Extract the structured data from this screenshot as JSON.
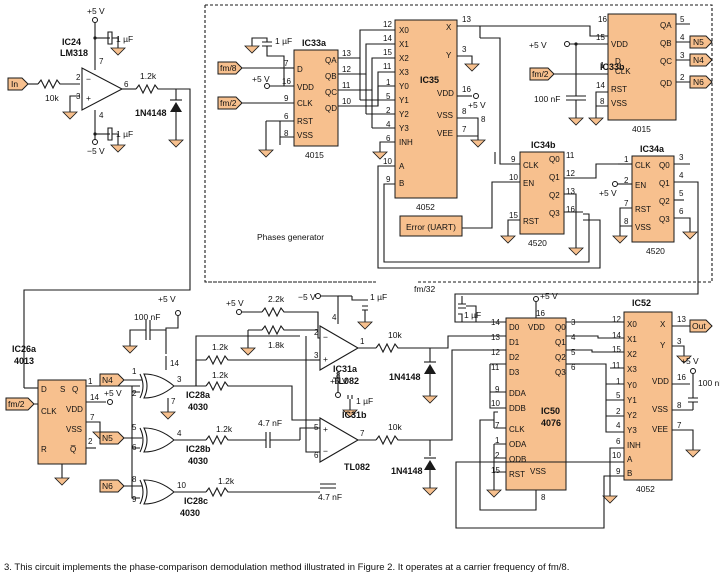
{
  "caption": "3. This circuit implements the phase-comparison demodulation method illustrated in Figure 2. It operates at a carrier frequency of fm/8.",
  "phases_generator_label": "Phases generator",
  "ports": {
    "in": "In",
    "out": "Out",
    "fm8": "fm/8",
    "fm2_a": "fm/2",
    "fm2_b": "fm/2",
    "fm2_c": "fm/2",
    "fm32": "fm/32",
    "n4_out": "N4",
    "n5_out": "N5",
    "n6_out": "N6",
    "n4_in": "N4",
    "n5_in": "N5",
    "n6_in": "N6",
    "error": "Error (UART)"
  },
  "supplies": {
    "p5v": "+5 V",
    "m5v": "−5 V"
  },
  "components": {
    "ic24": "IC24",
    "lm318": "LM318",
    "r10k_in": "10k",
    "r12k_top": "1.2k",
    "d1n4148_top": "1N4148",
    "cap1uf": "1 µF",
    "ic33a": "IC33a",
    "ic33a_part": "4015",
    "ic35": "IC35",
    "ic35_part": "4052",
    "ic33b": "IC33b",
    "ic33b_part": "4015",
    "c100nf": "100 nF",
    "ic34b": "IC34b",
    "ic34b_part": "4520",
    "ic34a": "IC34a",
    "ic34a_part": "4520",
    "ic26a": "IC26a",
    "ic26a_part": "4013",
    "ic28a": "IC28a",
    "ic28b": "IC28b",
    "ic28c": "IC28c",
    "part4030": "4030",
    "r22k": "2.2k",
    "r18k": "1.8k",
    "r12k": "1.2k",
    "c47nf": "4.7 nF",
    "c100n": "100 nF",
    "ic31a": "IC31a",
    "ic31b": "IC31b",
    "tl082": "TL082",
    "r10k": "10k",
    "d1n4148": "1N4148",
    "ic50": "IC50",
    "ic50_part": "4076",
    "ic52": "IC52",
    "ic52_part": "4052"
  },
  "pins": {
    "ic33a": {
      "left": [
        "D",
        "VDD",
        "CLK",
        "RST",
        "VSS"
      ],
      "right": [
        "QA",
        "QB",
        "QC",
        "QD"
      ]
    },
    "ic35": {
      "left": [
        "X0",
        "X1",
        "X2",
        "X3",
        "Y0",
        "Y1",
        "Y2",
        "Y3",
        "INH",
        "A",
        "B"
      ],
      "right": [
        "X",
        "Y",
        "VDD",
        "VSS",
        "VEE"
      ]
    },
    "ic33b": {
      "left": [
        "VDD",
        "D",
        "CLK",
        "RST",
        "VSS"
      ],
      "right": [
        "QA",
        "QB",
        "QC",
        "QD"
      ]
    },
    "ic34b": {
      "left": [
        "CLK",
        "EN",
        "RST"
      ],
      "right": [
        "Q0",
        "Q1",
        "Q2",
        "Q3"
      ]
    },
    "ic34a": {
      "left": [
        "CLK",
        "EN",
        "RST",
        "VSS"
      ],
      "right": [
        "Q0",
        "Q1",
        "Q2",
        "Q3"
      ]
    },
    "ic26a": {
      "left": [
        "D",
        "CLK",
        "R"
      ],
      "right": [
        "S",
        "Q",
        "VDD",
        "VSS",
        "Q̅"
      ]
    },
    "ic50": {
      "left": [
        "D0",
        "D1",
        "D2",
        "D3",
        "DDA",
        "DDB",
        "CLK",
        "ODA",
        "ODB",
        "RST"
      ],
      "right": [
        "VDD",
        "Q0",
        "Q1",
        "Q2",
        "Q3",
        "VSS"
      ]
    },
    "ic52": {
      "left": [
        "X0",
        "X1",
        "X2",
        "X3",
        "Y0",
        "Y1",
        "Y2",
        "Y3",
        "INH",
        "A",
        "B"
      ],
      "right": [
        "X",
        "Y",
        "VDD",
        "VSS",
        "VEE"
      ]
    }
  },
  "pin_numbers": {
    "ic33a": {
      "d": "7",
      "vdd": "16",
      "clk": "9",
      "rst": "6",
      "vss": "8",
      "qa": "13",
      "qb": "12",
      "qc": "11",
      "qd": "10"
    },
    "ic35": {
      "x0": "12",
      "x1": "14",
      "x2": "15",
      "x3": "11",
      "y0": "1",
      "y1": "5",
      "y2": "2",
      "y3": "4",
      "inh": "6",
      "a": "10",
      "b": "9",
      "x": "13",
      "y": "3",
      "vdd": "16",
      "vss": "8",
      "vee": "7"
    },
    "ic33b": {
      "vdd": "16",
      "d": "15",
      "clk": "1",
      "rst": "14",
      "vss": "8",
      "qa": "5",
      "qb": "4",
      "qc": "3",
      "qd": "2"
    },
    "ic34b": {
      "clk": "9",
      "en": "10",
      "rst": "15",
      "q0": "11",
      "q1": "12",
      "q2": "13",
      "q3": "16"
    },
    "ic34a": {
      "clk": "1",
      "en": "2",
      "rst": "7",
      "vss": "8",
      "q0": "3",
      "q1": "4",
      "q2": "5",
      "q3": "6"
    },
    "ic50": {
      "d0": "14",
      "d1": "13",
      "d2": "12",
      "d3": "11",
      "dda": "9",
      "ddb": "10",
      "clk": "7",
      "oda": "1",
      "odb": "2",
      "rst": "15",
      "vdd": "16",
      "q0": "3",
      "q1": "4",
      "q2": "5",
      "q3": "6",
      "vss": "8"
    },
    "ic52": {
      "x0": "12",
      "x1": "14",
      "x2": "15",
      "x3": "11",
      "y0": "1",
      "y1": "5",
      "y2": "2",
      "y3": "4",
      "inh": "6",
      "a": "10",
      "b": "9",
      "x": "13",
      "y": "3",
      "vdd": "16",
      "vss": "8",
      "vee": "7"
    }
  }
}
